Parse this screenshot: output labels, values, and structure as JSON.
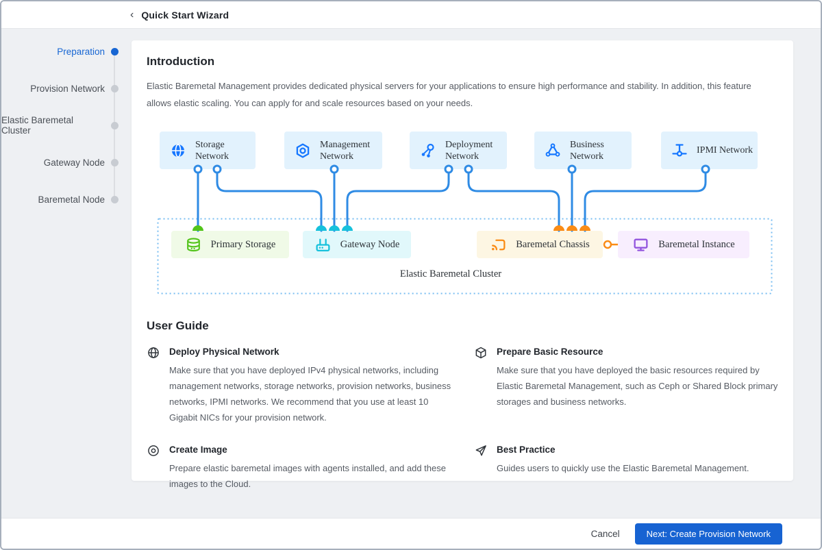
{
  "header": {
    "back_icon": "‹",
    "title": "Quick Start Wizard"
  },
  "stepper": {
    "steps": [
      {
        "label": "Preparation",
        "active": true
      },
      {
        "label": "Provision Network",
        "active": false
      },
      {
        "label": "Elastic Baremetal Cluster",
        "active": false
      },
      {
        "label": "Gateway Node",
        "active": false
      },
      {
        "label": "Baremetal Node",
        "active": false
      }
    ]
  },
  "intro": {
    "title": "Introduction",
    "body": "Elastic Baremetal Management provides dedicated physical servers for your applications to ensure high performance and stability. In addition, this feature allows elastic scaling. You can apply for and scale resources based on your needs."
  },
  "diagram": {
    "networks": [
      {
        "icon": "globe-icon",
        "label": "Storage Network"
      },
      {
        "icon": "hexagon-nut-icon",
        "label": "Management Network"
      },
      {
        "icon": "share-nodes-icon",
        "label": "Deployment Network"
      },
      {
        "icon": "tri-cluster-icon",
        "label": "Business Network"
      },
      {
        "icon": "pin-ground-icon",
        "label": "IPMI Network"
      }
    ],
    "cluster": {
      "label": "Elastic Baremetal Cluster",
      "nodes": [
        {
          "icon": "database-icon",
          "label": "Primary Storage",
          "color": "#52c41a",
          "bg": "#f0fae7"
        },
        {
          "icon": "router-icon",
          "label": "Gateway Node",
          "color": "#17c1dc",
          "bg": "#e1f8fb"
        },
        {
          "icon": "cast-icon",
          "label": "Baremetal Chassis",
          "color": "#fa8c16",
          "bg": "#fdf6e3"
        },
        {
          "icon": "monitor-icon",
          "label": "Baremetal Instance",
          "color": "#9254de",
          "bg": "#f8eefe"
        }
      ]
    },
    "colors": {
      "line": "#2f8be4",
      "network_box_bg": "#e2f2fd",
      "network_icon": "#1677ff",
      "dashed_border": "#77bdf2"
    }
  },
  "user_guide": {
    "title": "User Guide",
    "items": [
      {
        "icon": "globe-icon",
        "title": "Deploy Physical Network",
        "body": "Make sure that you have deployed IPv4 physical networks, including management networks, storage networks, provision networks, business networks, IPMI networks. We recommend that you use at least 10 Gigabit NICs for your provision network."
      },
      {
        "icon": "cube-icon",
        "title": "Prepare Basic Resource",
        "body": "Make sure that you have deployed the basic resources required by Elastic Baremetal Management, such as Ceph or Shared Block primary storages and business networks."
      },
      {
        "icon": "target-icon",
        "title": "Create Image",
        "body": "Prepare elastic baremetal images with agents installed, and add these images to the Cloud."
      },
      {
        "icon": "send-icon",
        "title": "Best Practice",
        "body": "Guides users to quickly use the Elastic Baremetal Management."
      }
    ]
  },
  "footer": {
    "cancel_label": "Cancel",
    "next_label": "Next: Create Provision Network",
    "primary_color": "#1763d2"
  }
}
